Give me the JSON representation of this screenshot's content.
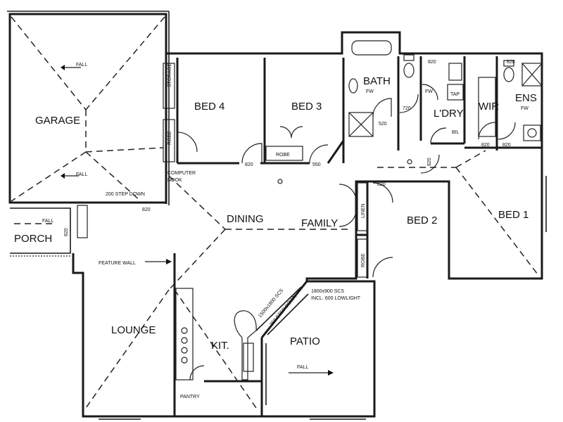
{
  "rooms": {
    "garage": "GARAGE",
    "bed4": "BED 4",
    "bed3": "BED 3",
    "bath": "BATH",
    "laundry": "L'DRY",
    "wir": "WIR",
    "ens": "ENS",
    "bed2": "BED 2",
    "bed1": "BED 1",
    "dining": "DINING",
    "family": "FAMILY",
    "lounge": "LOUNGE",
    "kitchen": "KIT.",
    "patio": "PATIO",
    "porch": "PORCH"
  },
  "labels": {
    "fall": "FALL",
    "storage": "STORAGE",
    "robe": "ROBE",
    "linen": "LINEN",
    "computer_nook_1": "COMPUTER",
    "computer_nook_2": "NOOK",
    "step_down": "200 STEP DOWN",
    "feature_wall": "FEATURE WALL",
    "pantry": "PANTRY",
    "patio_step": "250 STEP DOWN",
    "patio_note_1": "1800x900 SCS",
    "patio_note_2": "INCL. 600 LOWLIGHT",
    "window_note": "1500x1800 SCS",
    "fw": "FW",
    "tap": "TAP",
    "bil": "BIL",
    "door_820": "820",
    "door_720": "720",
    "door_520": "520",
    "door_550": "550"
  }
}
